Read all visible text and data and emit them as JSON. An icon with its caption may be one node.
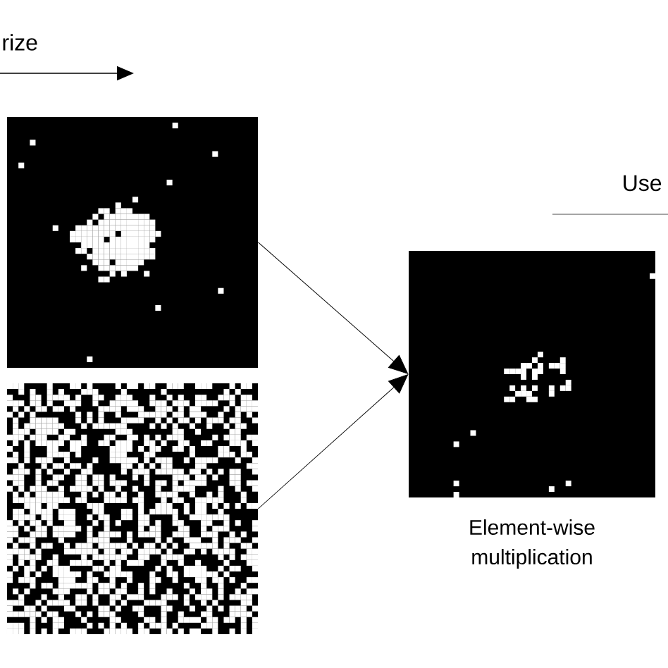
{
  "diagram": {
    "nodes": [
      {
        "text": [],
        "shape": "picture"
      },
      {
        "text": [],
        "shape": "picture"
      },
      {
        "text": [],
        "shape": "picture",
        "beside": [
          "Element-wise multiplication"
        ]
      }
    ],
    "edges": [
      {
        "from": 0,
        "to": 2,
        "arrow": "to"
      },
      {
        "from": 1,
        "to": 2,
        "arrow": "to"
      }
    ],
    "labels": [
      "rize",
      "Use"
    ]
  }
}
